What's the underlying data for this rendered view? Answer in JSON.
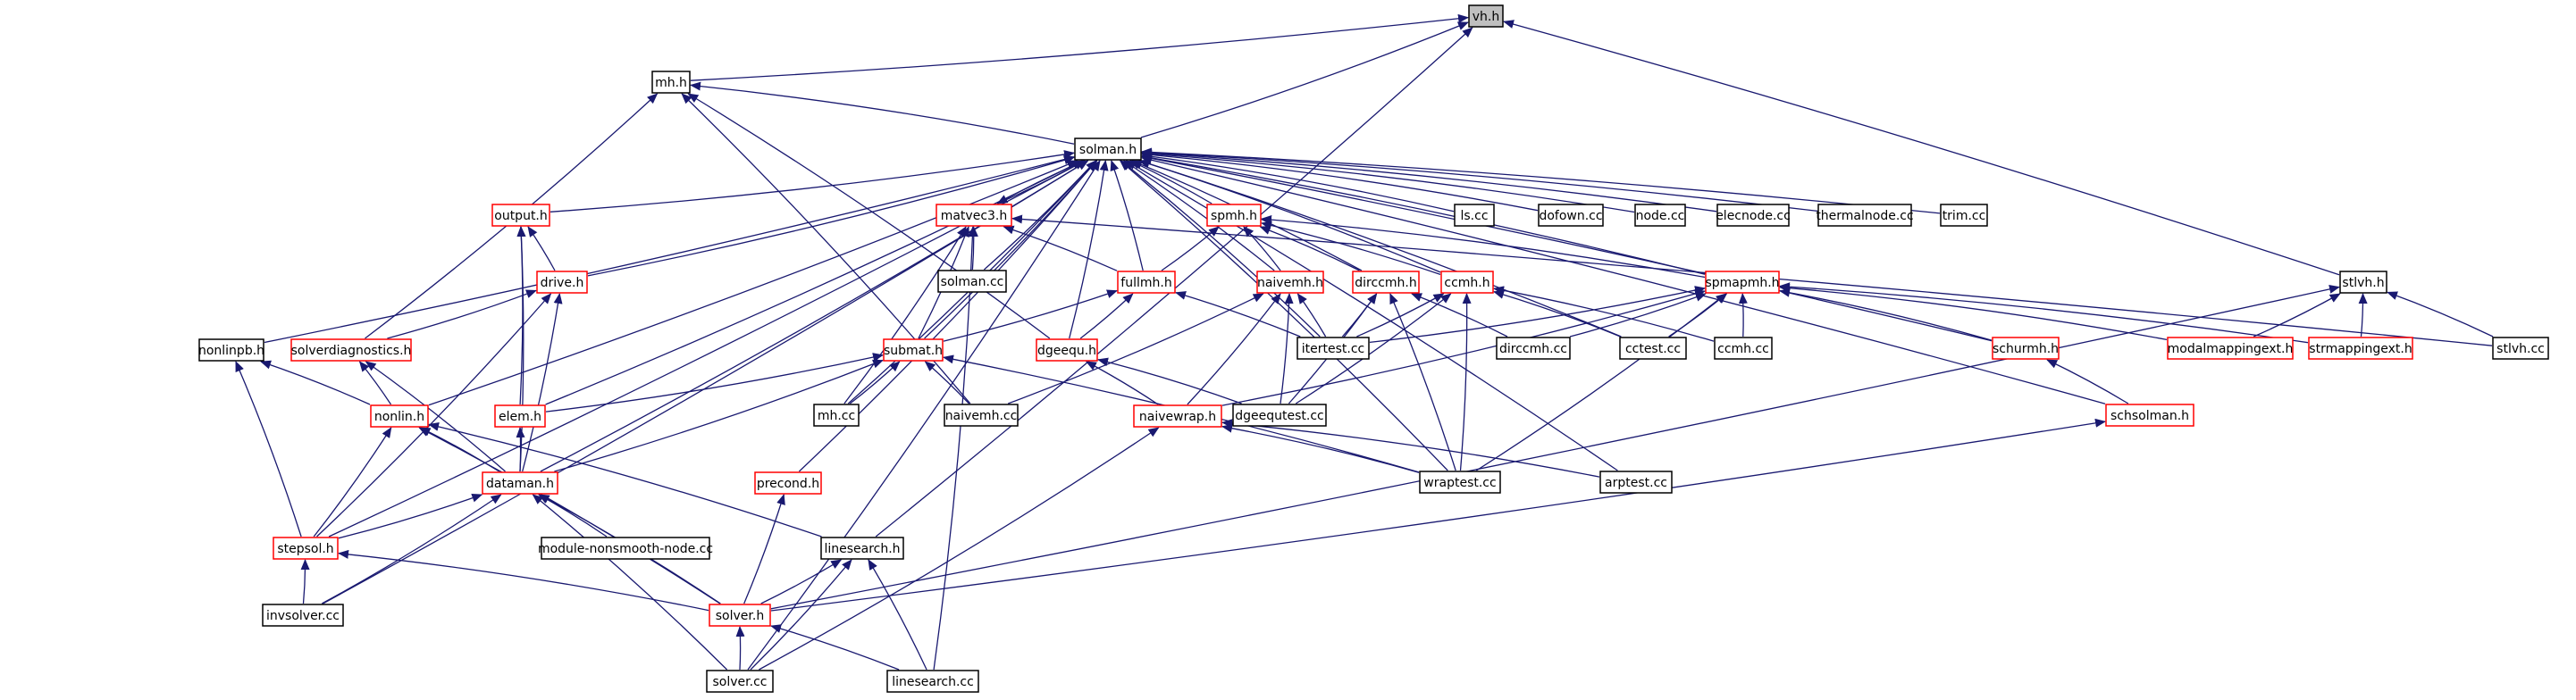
{
  "colors": {
    "edge": "#191970",
    "black_border": "#000000",
    "red_border": "#ff0000",
    "root_fill": "#bfbfbf",
    "node_fill": "#ffffff"
  },
  "nodes": [
    {
      "id": "vh_h",
      "label": "vh.h",
      "border": "root"
    },
    {
      "id": "mh_h",
      "label": "mh.h",
      "border": "black"
    },
    {
      "id": "solman_h",
      "label": "solman.h",
      "border": "black"
    },
    {
      "id": "output_h",
      "label": "output.h",
      "border": "red"
    },
    {
      "id": "matvec3_h",
      "label": "matvec3.h",
      "border": "red"
    },
    {
      "id": "spmh_h",
      "label": "spmh.h",
      "border": "red"
    },
    {
      "id": "ls_cc",
      "label": "ls.cc",
      "border": "black"
    },
    {
      "id": "dofown_cc",
      "label": "dofown.cc",
      "border": "black"
    },
    {
      "id": "node_cc",
      "label": "node.cc",
      "border": "black"
    },
    {
      "id": "elecnode_cc",
      "label": "elecnode.cc",
      "border": "black"
    },
    {
      "id": "thermalnode_cc",
      "label": "thermalnode.cc",
      "border": "black"
    },
    {
      "id": "trim_cc",
      "label": "trim.cc",
      "border": "black"
    },
    {
      "id": "solman_cc",
      "label": "solman.cc",
      "border": "black"
    },
    {
      "id": "drive_h",
      "label": "drive.h",
      "border": "red"
    },
    {
      "id": "fullmh_h",
      "label": "fullmh.h",
      "border": "red"
    },
    {
      "id": "naivemh_h",
      "label": "naivemh.h",
      "border": "red"
    },
    {
      "id": "dirccmh_h",
      "label": "dirccmh.h",
      "border": "red"
    },
    {
      "id": "ccmh_h",
      "label": "ccmh.h",
      "border": "red"
    },
    {
      "id": "spmapmh_h",
      "label": "spmapmh.h",
      "border": "red"
    },
    {
      "id": "stlvh_h",
      "label": "stlvh.h",
      "border": "black"
    },
    {
      "id": "nonlinpb_h",
      "label": "nonlinpb.h",
      "border": "black"
    },
    {
      "id": "solverdiagnostics_h",
      "label": "solverdiagnostics.h",
      "border": "red"
    },
    {
      "id": "submat_h",
      "label": "submat.h",
      "border": "red"
    },
    {
      "id": "dgeequ_h",
      "label": "dgeequ.h",
      "border": "red"
    },
    {
      "id": "itertest_cc",
      "label": "itertest.cc",
      "border": "black"
    },
    {
      "id": "dirccmh_cc",
      "label": "dirccmh.cc",
      "border": "black"
    },
    {
      "id": "cctest_cc",
      "label": "cctest.cc",
      "border": "black"
    },
    {
      "id": "ccmh_cc",
      "label": "ccmh.cc",
      "border": "black"
    },
    {
      "id": "schurmh_h",
      "label": "schurmh.h",
      "border": "red"
    },
    {
      "id": "modalmappingext_h",
      "label": "modalmappingext.h",
      "border": "red"
    },
    {
      "id": "strmappingext_h",
      "label": "strmappingext.h",
      "border": "red"
    },
    {
      "id": "stlvh_cc",
      "label": "stlvh.cc",
      "border": "black"
    },
    {
      "id": "nonlin_h",
      "label": "nonlin.h",
      "border": "red"
    },
    {
      "id": "elem_h",
      "label": "elem.h",
      "border": "red"
    },
    {
      "id": "mh_cc",
      "label": "mh.cc",
      "border": "black"
    },
    {
      "id": "naivemh_cc",
      "label": "naivemh.cc",
      "border": "black"
    },
    {
      "id": "naivewrap_h",
      "label": "naivewrap.h",
      "border": "red"
    },
    {
      "id": "dgeequtest_cc",
      "label": "dgeequtest.cc",
      "border": "black"
    },
    {
      "id": "schsolman_h",
      "label": "schsolman.h",
      "border": "red"
    },
    {
      "id": "dataman_h",
      "label": "dataman.h",
      "border": "red"
    },
    {
      "id": "precond_h",
      "label": "precond.h",
      "border": "red"
    },
    {
      "id": "wraptest_cc",
      "label": "wraptest.cc",
      "border": "black"
    },
    {
      "id": "arptest_cc",
      "label": "arptest.cc",
      "border": "black"
    },
    {
      "id": "stepsol_h",
      "label": "stepsol.h",
      "border": "red"
    },
    {
      "id": "module_nonsmooth_node_cc",
      "label": "module-nonsmooth-node.cc",
      "border": "black"
    },
    {
      "id": "linesearch_h",
      "label": "linesearch.h",
      "border": "black"
    },
    {
      "id": "solver_h",
      "label": "solver.h",
      "border": "red"
    },
    {
      "id": "invsolver_cc",
      "label": "invsolver.cc",
      "border": "black"
    },
    {
      "id": "solver_cc",
      "label": "solver.cc",
      "border": "black"
    },
    {
      "id": "linesearch_cc",
      "label": "linesearch.cc",
      "border": "black"
    }
  ],
  "edges": [
    [
      "vh_h",
      "mh_h"
    ],
    [
      "vh_h",
      "solman_h"
    ],
    [
      "vh_h",
      "stlvh_h"
    ],
    [
      "vh_h",
      "linesearch_h"
    ],
    [
      "mh_h",
      "solman_h"
    ],
    [
      "mh_h",
      "solverdiagnostics_h"
    ],
    [
      "mh_h",
      "dgeequ_h"
    ],
    [
      "mh_h",
      "naivemh_cc"
    ],
    [
      "solman_h",
      "output_h"
    ],
    [
      "solman_h",
      "matvec3_h"
    ],
    [
      "solman_h",
      "spmh_h"
    ],
    [
      "solman_h",
      "ls_cc"
    ],
    [
      "solman_h",
      "dofown_cc"
    ],
    [
      "solman_h",
      "node_cc"
    ],
    [
      "solman_h",
      "elecnode_cc"
    ],
    [
      "solman_h",
      "thermalnode_cc"
    ],
    [
      "solman_h",
      "trim_cc"
    ],
    [
      "solman_h",
      "solman_cc"
    ],
    [
      "solman_h",
      "drive_h"
    ],
    [
      "solman_h",
      "fullmh_h"
    ],
    [
      "solman_h",
      "naivemh_h"
    ],
    [
      "solman_h",
      "dirccmh_h"
    ],
    [
      "solman_h",
      "ccmh_h"
    ],
    [
      "solman_h",
      "spmapmh_h"
    ],
    [
      "solman_h",
      "nonlinpb_h"
    ],
    [
      "solman_h",
      "submat_h"
    ],
    [
      "solman_h",
      "schurmh_h"
    ],
    [
      "solman_h",
      "nonlin_h"
    ],
    [
      "solman_h",
      "elem_h"
    ],
    [
      "solman_h",
      "mh_cc"
    ],
    [
      "solman_h",
      "precond_h"
    ],
    [
      "solman_h",
      "wraptest_cc"
    ],
    [
      "solman_h",
      "arptest_cc"
    ],
    [
      "solman_h",
      "stepsol_h"
    ],
    [
      "solman_h",
      "dataman_h"
    ],
    [
      "solman_h",
      "invsolver_cc"
    ],
    [
      "solman_h",
      "solver_cc"
    ],
    [
      "solman_h",
      "schsolman_h"
    ],
    [
      "solman_h",
      "itertest_cc"
    ],
    [
      "solman_h",
      "cctest_cc"
    ],
    [
      "solman_h",
      "dgeequ_h"
    ],
    [
      "output_h",
      "drive_h"
    ],
    [
      "output_h",
      "elem_h"
    ],
    [
      "output_h",
      "dataman_h"
    ],
    [
      "matvec3_h",
      "solman_h"
    ],
    [
      "matvec3_h",
      "solman_cc"
    ],
    [
      "matvec3_h",
      "fullmh_h"
    ],
    [
      "matvec3_h",
      "submat_h"
    ],
    [
      "matvec3_h",
      "mh_cc"
    ],
    [
      "matvec3_h",
      "linesearch_cc"
    ],
    [
      "matvec3_h",
      "stlvh_cc"
    ],
    [
      "spmh_h",
      "fullmh_h"
    ],
    [
      "spmh_h",
      "naivemh_h"
    ],
    [
      "spmh_h",
      "dirccmh_h"
    ],
    [
      "spmh_h",
      "ccmh_h"
    ],
    [
      "spmh_h",
      "spmapmh_h"
    ],
    [
      "drive_h",
      "solverdiagnostics_h"
    ],
    [
      "drive_h",
      "dataman_h"
    ],
    [
      "drive_h",
      "stepsol_h"
    ],
    [
      "fullmh_h",
      "submat_h"
    ],
    [
      "fullmh_h",
      "dgeequ_h"
    ],
    [
      "fullmh_h",
      "itertest_cc"
    ],
    [
      "naivemh_h",
      "naivewrap_h"
    ],
    [
      "naivemh_h",
      "naivemh_cc"
    ],
    [
      "naivemh_h",
      "itertest_cc"
    ],
    [
      "naivemh_h",
      "dgeequtest_cc"
    ],
    [
      "dirccmh_h",
      "itertest_cc"
    ],
    [
      "dirccmh_h",
      "dirccmh_cc"
    ],
    [
      "dirccmh_h",
      "wraptest_cc"
    ],
    [
      "dirccmh_h",
      "dgeequtest_cc"
    ],
    [
      "ccmh_h",
      "itertest_cc"
    ],
    [
      "ccmh_h",
      "cctest_cc"
    ],
    [
      "ccmh_h",
      "ccmh_cc"
    ],
    [
      "ccmh_h",
      "wraptest_cc"
    ],
    [
      "ccmh_h",
      "dgeequtest_cc"
    ],
    [
      "spmapmh_h",
      "itertest_cc"
    ],
    [
      "spmapmh_h",
      "dirccmh_cc"
    ],
    [
      "spmapmh_h",
      "cctest_cc"
    ],
    [
      "spmapmh_h",
      "ccmh_cc"
    ],
    [
      "spmapmh_h",
      "schurmh_h"
    ],
    [
      "spmapmh_h",
      "modalmappingext_h"
    ],
    [
      "spmapmh_h",
      "strmappingext_h"
    ],
    [
      "spmapmh_h",
      "naivewrap_h"
    ],
    [
      "spmapmh_h",
      "wraptest_cc"
    ],
    [
      "stlvh_h",
      "modalmappingext_h"
    ],
    [
      "stlvh_h",
      "strmappingext_h"
    ],
    [
      "stlvh_h",
      "stlvh_cc"
    ],
    [
      "stlvh_h",
      "solver_h"
    ],
    [
      "nonlinpb_h",
      "nonlin_h"
    ],
    [
      "nonlinpb_h",
      "stepsol_h"
    ],
    [
      "solverdiagnostics_h",
      "nonlin_h"
    ],
    [
      "solverdiagnostics_h",
      "dataman_h"
    ],
    [
      "submat_h",
      "elem_h"
    ],
    [
      "submat_h",
      "mh_cc"
    ],
    [
      "submat_h",
      "naivemh_cc"
    ],
    [
      "submat_h",
      "wraptest_cc"
    ],
    [
      "submat_h",
      "dataman_h"
    ],
    [
      "dgeequ_h",
      "naivewrap_h"
    ],
    [
      "dgeequ_h",
      "dgeequtest_cc"
    ],
    [
      "schurmh_h",
      "schsolman_h"
    ],
    [
      "nonlin_h",
      "dataman_h"
    ],
    [
      "nonlin_h",
      "stepsol_h"
    ],
    [
      "nonlin_h",
      "solver_h"
    ],
    [
      "nonlin_h",
      "linesearch_h"
    ],
    [
      "elem_h",
      "dataman_h"
    ],
    [
      "naivewrap_h",
      "wraptest_cc"
    ],
    [
      "naivewrap_h",
      "arptest_cc"
    ],
    [
      "naivewrap_h",
      "solver_cc"
    ],
    [
      "schsolman_h",
      "solver_h"
    ],
    [
      "dataman_h",
      "stepsol_h"
    ],
    [
      "dataman_h",
      "module_nonsmooth_node_cc"
    ],
    [
      "dataman_h",
      "solver_h"
    ],
    [
      "dataman_h",
      "invsolver_cc"
    ],
    [
      "dataman_h",
      "solver_cc"
    ],
    [
      "precond_h",
      "solver_h"
    ],
    [
      "stepsol_h",
      "invsolver_cc"
    ],
    [
      "stepsol_h",
      "solver_h"
    ],
    [
      "linesearch_h",
      "solver_h"
    ],
    [
      "linesearch_h",
      "solver_cc"
    ],
    [
      "linesearch_h",
      "linesearch_cc"
    ],
    [
      "solver_h",
      "solver_cc"
    ],
    [
      "solver_h",
      "linesearch_cc"
    ]
  ]
}
